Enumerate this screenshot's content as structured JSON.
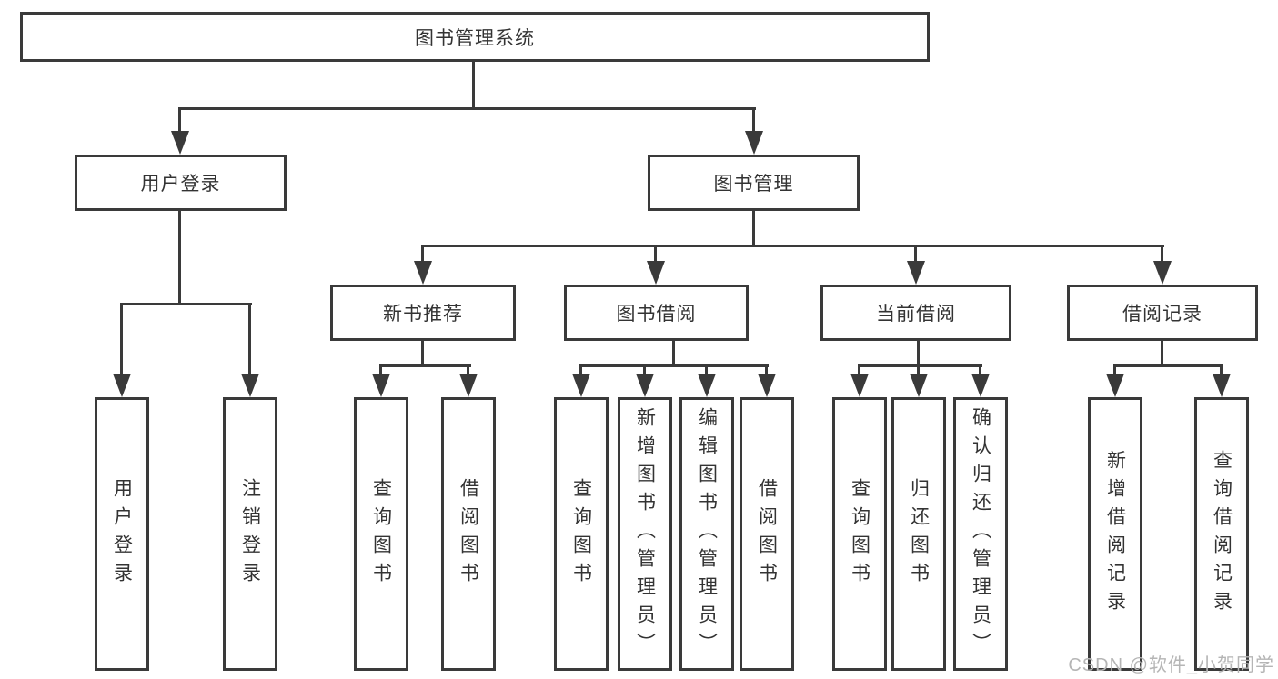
{
  "diagram": {
    "title": "图书管理系统",
    "root": {
      "label": "图书管理系统"
    },
    "level2": [
      {
        "label": "用户登录"
      },
      {
        "label": "图书管理"
      }
    ],
    "level3": [
      {
        "label": "新书推荐"
      },
      {
        "label": "图书借阅"
      },
      {
        "label": "当前借阅"
      },
      {
        "label": "借阅记录"
      }
    ],
    "leaves": [
      {
        "label": "用户登录",
        "parent": "用户登录"
      },
      {
        "label": "注销登录",
        "parent": "用户登录"
      },
      {
        "label": "查询图书",
        "parent": "新书推荐"
      },
      {
        "label": "借阅图书",
        "parent": "新书推荐"
      },
      {
        "label": "查询图书",
        "parent": "图书借阅"
      },
      {
        "label": "新增图书（管理员）",
        "parent": "图书借阅"
      },
      {
        "label": "编辑图书（管理员）",
        "parent": "图书借阅"
      },
      {
        "label": "借阅图书",
        "parent": "图书借阅"
      },
      {
        "label": "查询图书",
        "parent": "当前借阅"
      },
      {
        "label": "归还图书",
        "parent": "当前借阅"
      },
      {
        "label": "确认归还（管理员）",
        "parent": "当前借阅"
      },
      {
        "label": "新增借阅记录",
        "parent": "借阅记录"
      },
      {
        "label": "查询借阅记录",
        "parent": "借阅记录"
      }
    ],
    "watermark": "CSDN @软件_小贺同学",
    "colors": {
      "line": "#3a3a3a",
      "border": "#3a3a3a",
      "text": "#333333",
      "background": "#ffffff",
      "watermark": "#b5b5b5"
    }
  }
}
